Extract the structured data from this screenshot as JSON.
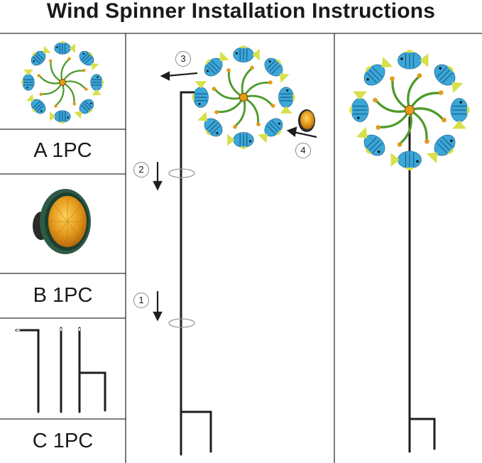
{
  "title": "Wind Spinner Installation Instructions",
  "parts": [
    {
      "label": "A 1PC",
      "icon": "fish-spinner-icon"
    },
    {
      "label": "B 1PC",
      "icon": "amber-gem-cap-icon"
    },
    {
      "label": "C 1PC",
      "icon": "stake-pieces-icon"
    }
  ],
  "steps": [
    "1",
    "2",
    "3",
    "4"
  ],
  "colors": {
    "fish_blue": "#3aa7d8",
    "fish_yellow": "#d8e04a",
    "leaf_green": "#4d9b2a",
    "gem_amber": "#e39a1b",
    "stake_black": "#1e1e1e"
  }
}
